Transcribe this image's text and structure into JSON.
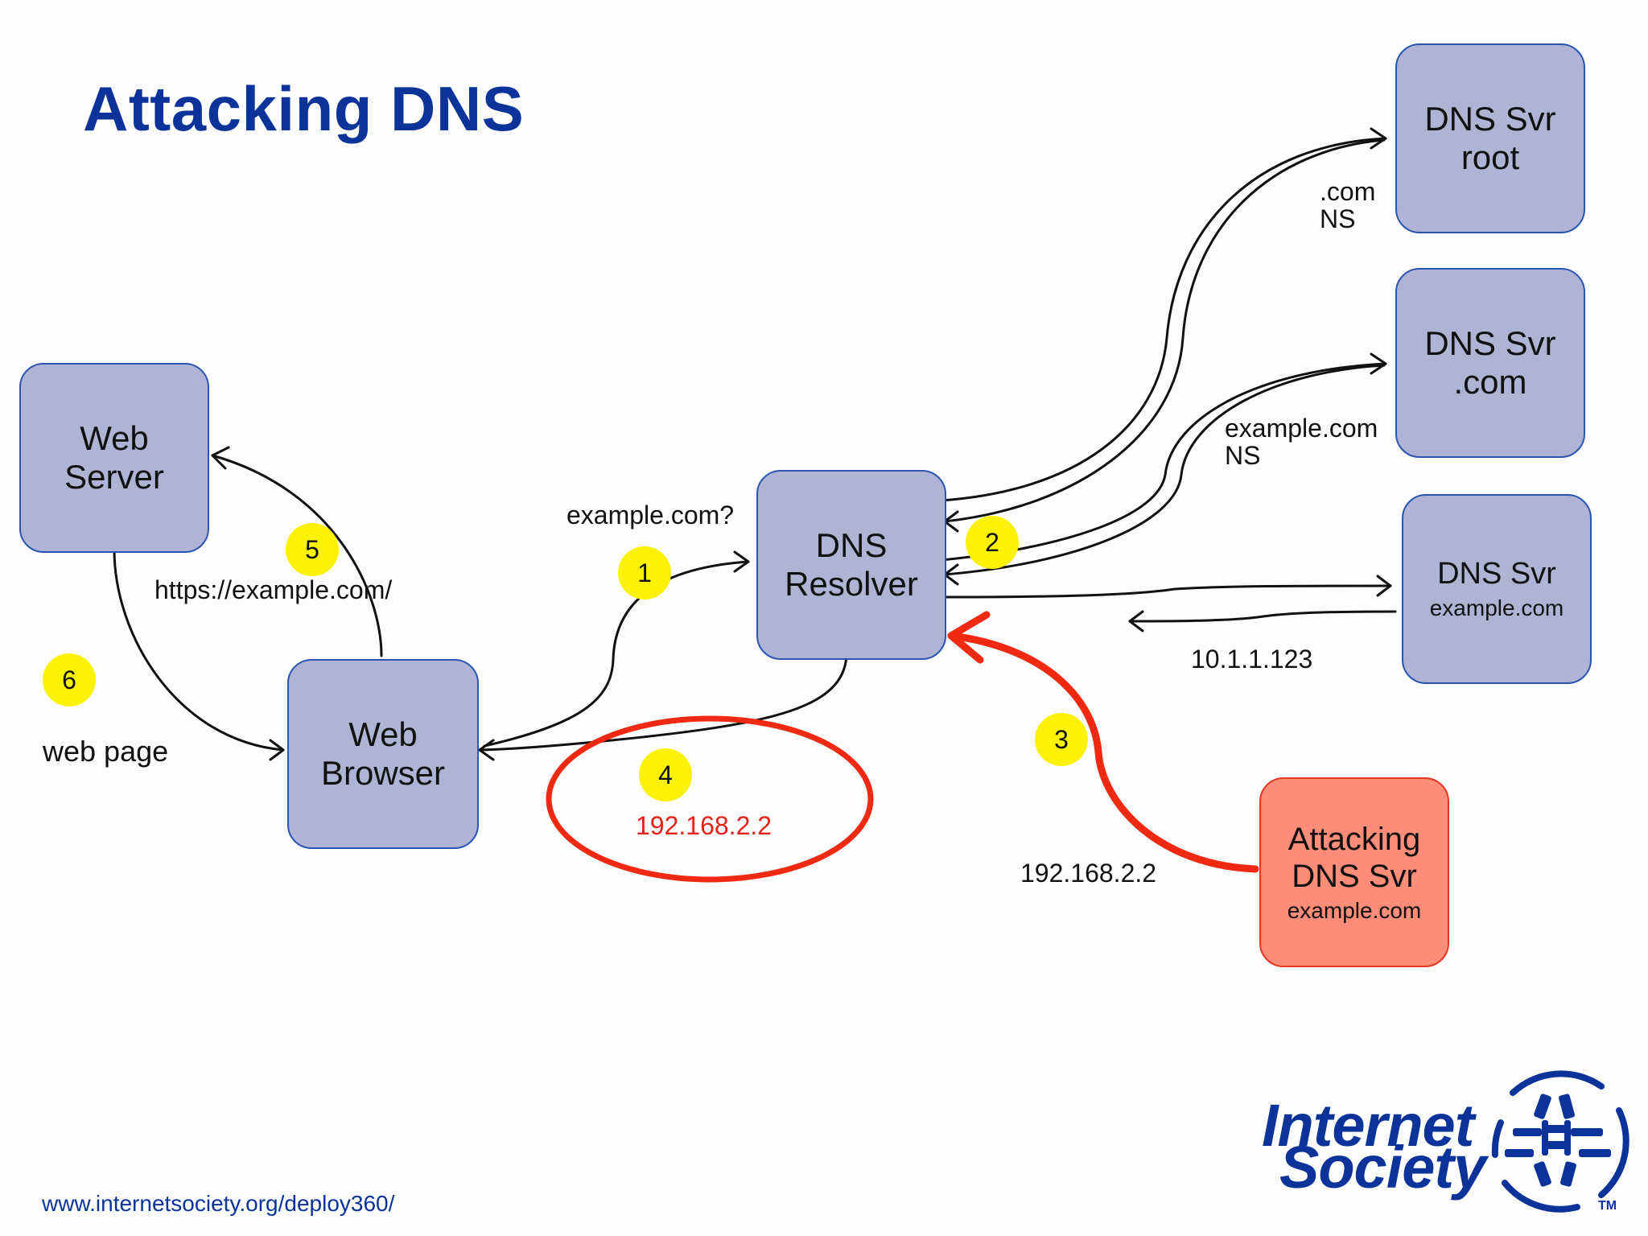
{
  "title": "Attacking DNS",
  "nodes": {
    "web_server": {
      "line1": "Web",
      "line2": "Server"
    },
    "web_browser": {
      "line1": "Web",
      "line2": "Browser"
    },
    "dns_resolver": {
      "line1": "DNS",
      "line2": "Resolver"
    },
    "dns_root": {
      "line1": "DNS Svr",
      "line2": "root"
    },
    "dns_com": {
      "line1": "DNS Svr",
      "line2": ".com"
    },
    "dns_example": {
      "line1": "DNS Svr",
      "sub": "example.com"
    },
    "attacker": {
      "line1": "Attacking",
      "line2": "DNS Svr",
      "sub": "example.com"
    }
  },
  "labels": {
    "query": "example.com?",
    "https": "https://example.com/",
    "web_page": "web page",
    "com_ns_1": ".com",
    "com_ns_2": "NS",
    "example_ns_1": "example.com",
    "example_ns_2": "NS",
    "real_ip": "10.1.1.123",
    "spoofed_ip": "192.168.2.2",
    "answer_ip": "192.168.2.2"
  },
  "steps": [
    "1",
    "2",
    "3",
    "4",
    "5",
    "6"
  ],
  "footer_url": "www.internetsociety.org/deploy360/",
  "logo": {
    "line1": "Internet",
    "line2": "Society",
    "tm": "TM"
  },
  "colors": {
    "title": "#0b3399",
    "node_fill": "#b0b4d4",
    "node_border": "#2b54b3",
    "attacker_fill": "#fd8c78",
    "attacker_border": "#e33722",
    "badge": "#fbf206",
    "attack_arrow": "#f02a12",
    "answer_text": "#e3221a"
  }
}
